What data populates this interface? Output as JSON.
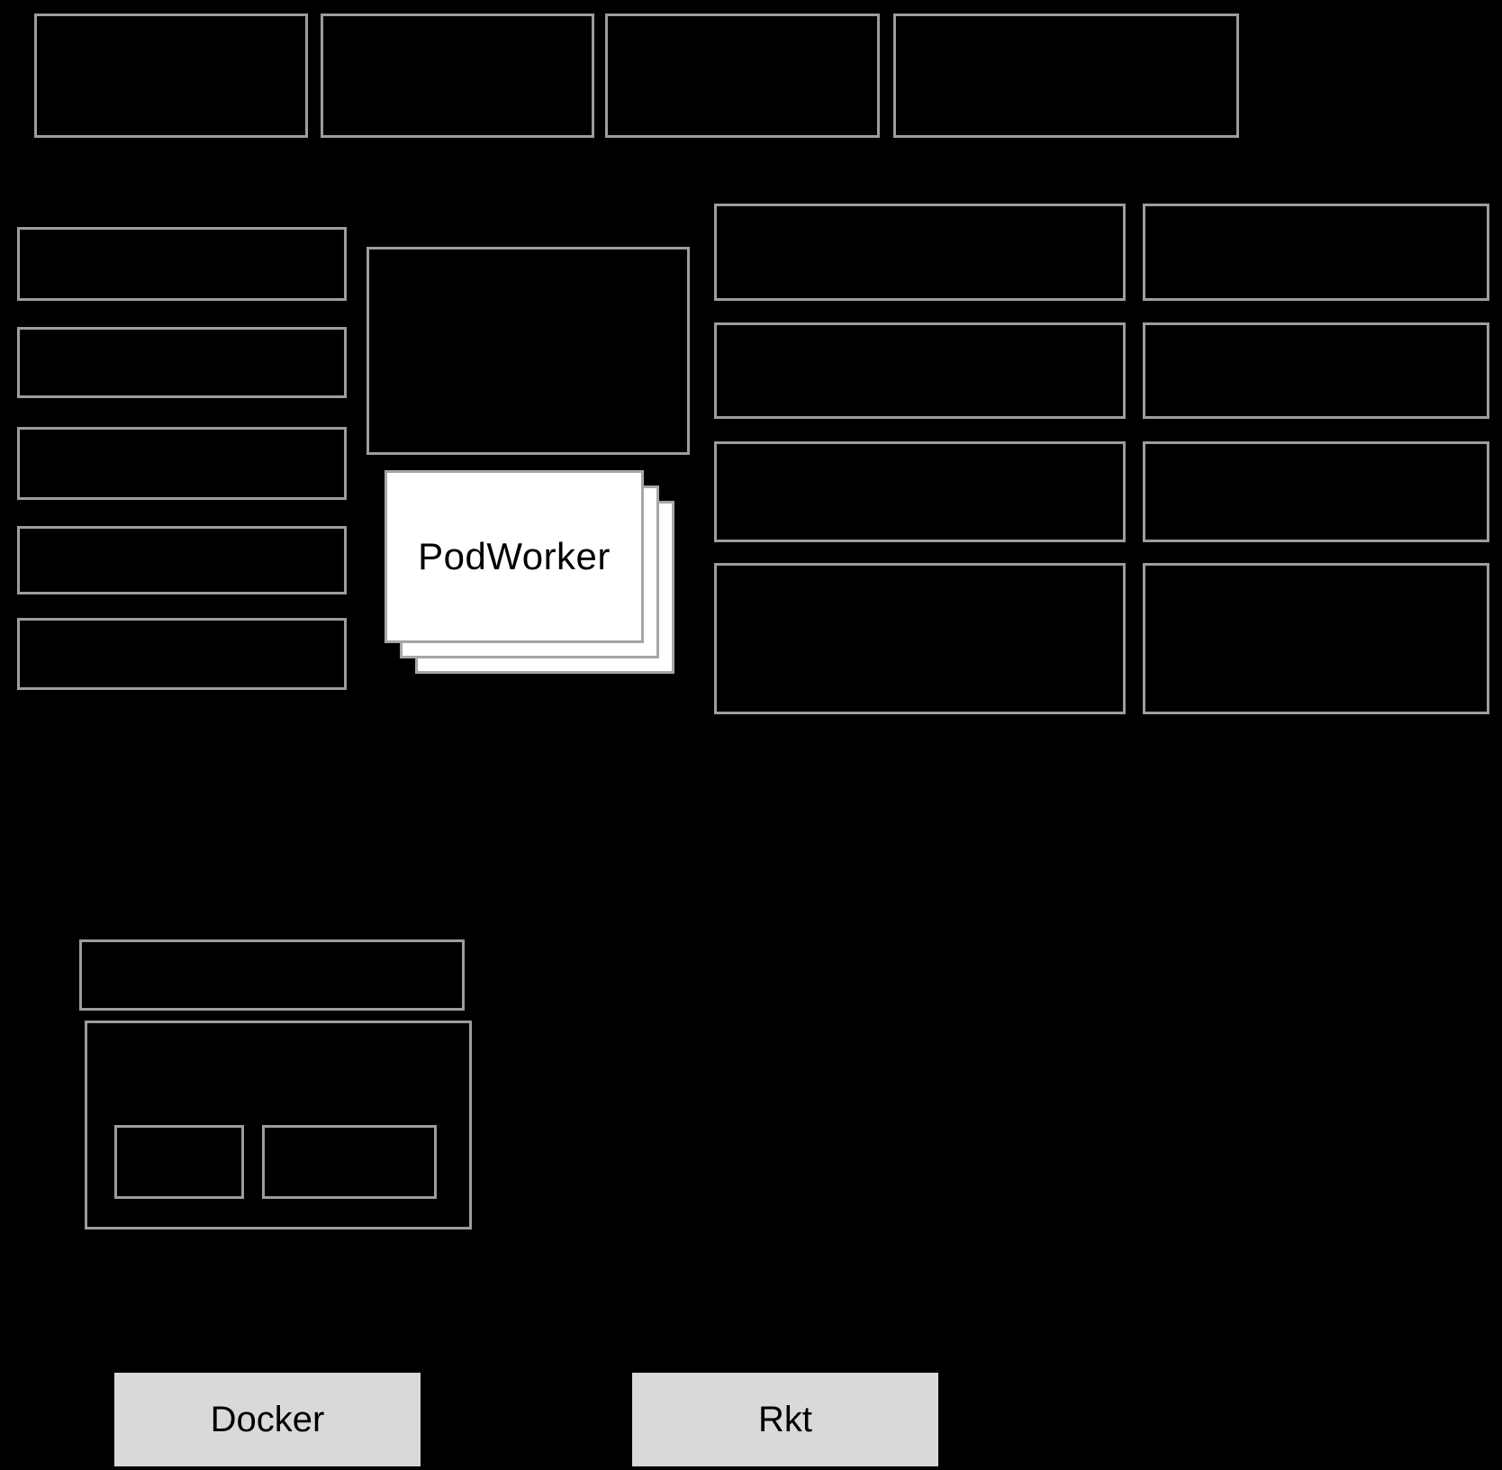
{
  "diagram": {
    "pod_worker_stack": {
      "label": "PodWorker",
      "card_count": 3
    },
    "container_runtimes": [
      {
        "label": "Docker"
      },
      {
        "label": "Rkt"
      }
    ],
    "unlabeled_box_count": 20
  },
  "colors": {
    "background": "#000000",
    "box_border": "#9d9d9d",
    "card_fill": "#ffffff",
    "card_border": "#a6a6a6",
    "runtime_fill": "#d9d9d9",
    "label_text": "#000000"
  }
}
